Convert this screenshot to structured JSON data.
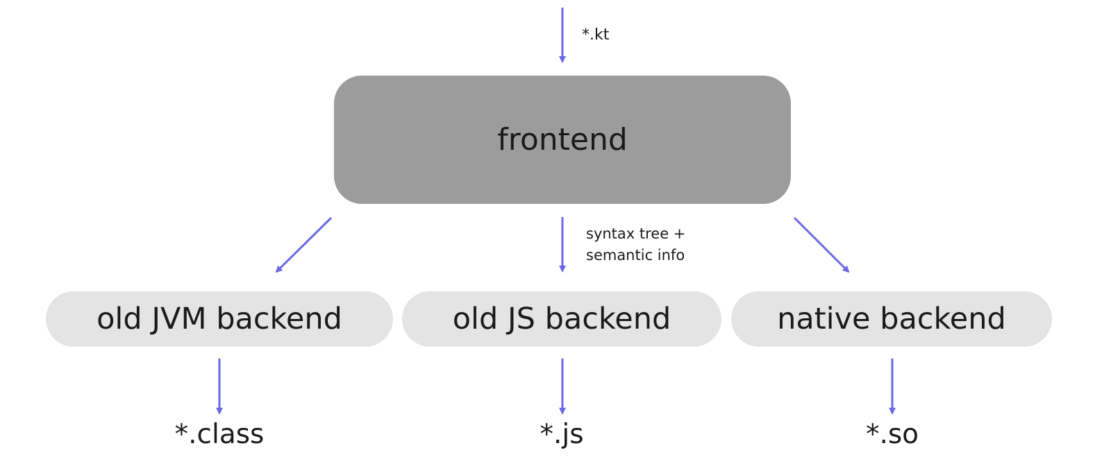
{
  "diagram": {
    "input_label": "*.kt",
    "frontend_label": "frontend",
    "edge_label": "syntax tree +\nsemantic info",
    "backends": [
      {
        "label": "old JVM backend",
        "output": "*.class"
      },
      {
        "label": "old JS backend",
        "output": "*.js"
      },
      {
        "label": "native backend",
        "output": "*.so"
      }
    ],
    "colors": {
      "arrow": "#6a68e6",
      "frontend_fill": "#9c9c9c",
      "backend_fill": "#e4e4e4",
      "text": "#1a1a1a"
    }
  }
}
